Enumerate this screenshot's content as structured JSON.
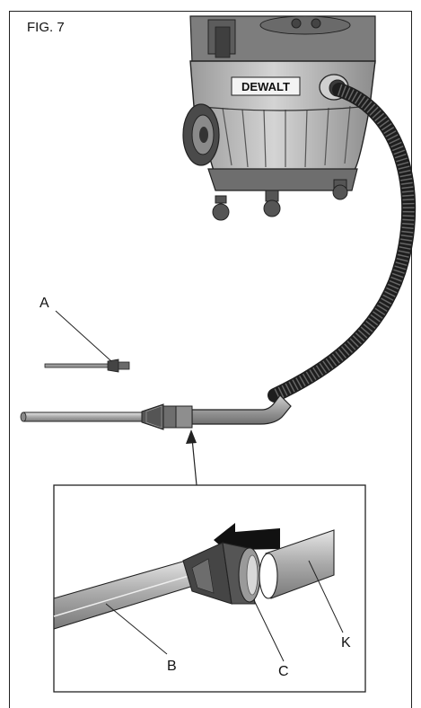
{
  "figure": {
    "label": "FIG. 7",
    "brand": "DEWALT",
    "callouts": {
      "a": "A",
      "b": "B",
      "c": "C",
      "k": "K"
    }
  }
}
